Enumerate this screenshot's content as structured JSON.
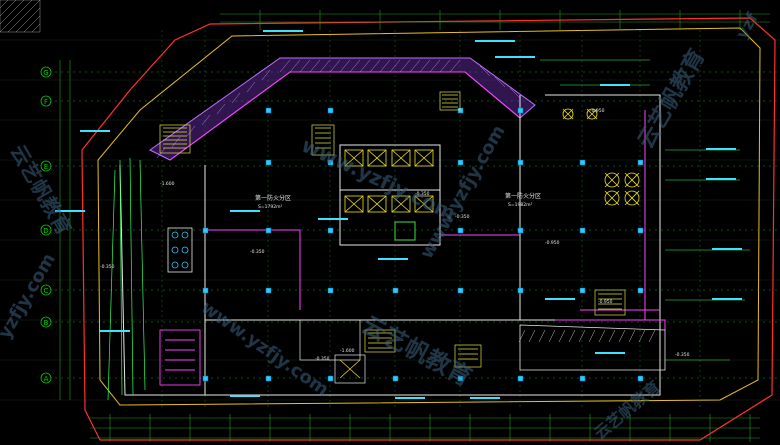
{
  "drawing": {
    "background": "#000000",
    "colors": {
      "boundary": "#ff3030",
      "outer_contour": "#e8e020",
      "axis": "#00d000",
      "column": "#30c8ff",
      "wall": "#f0f0f0",
      "magenta": "#ff40ff",
      "hatch": "#9a40e0",
      "text_green": "#30ff60",
      "text_cyan": "#40e0ff",
      "dim": "#20a020"
    },
    "grid_axes_left": [
      "G",
      "F",
      "E",
      "D",
      "C",
      "B",
      "A"
    ],
    "zones": [
      {
        "id": "zone-left",
        "name": "第一防火分区",
        "sub": "S=1792m²"
      },
      {
        "id": "zone-right",
        "name": "第一防火分区",
        "sub": "S=1982m²"
      }
    ],
    "elevations": [
      "-1.600",
      "-0.950",
      "-0.950",
      "-0.950",
      "-0.350",
      "-0.350",
      "-0.350",
      "-0.350",
      "-0.350",
      "-1.600",
      "-0.350"
    ],
    "watermark": "www.yzfjy.com",
    "watermark_cn": "云艺帆教育",
    "corner_text": [
      "yzf",
      "yzfjy.com",
      "云艺帆教育"
    ]
  }
}
